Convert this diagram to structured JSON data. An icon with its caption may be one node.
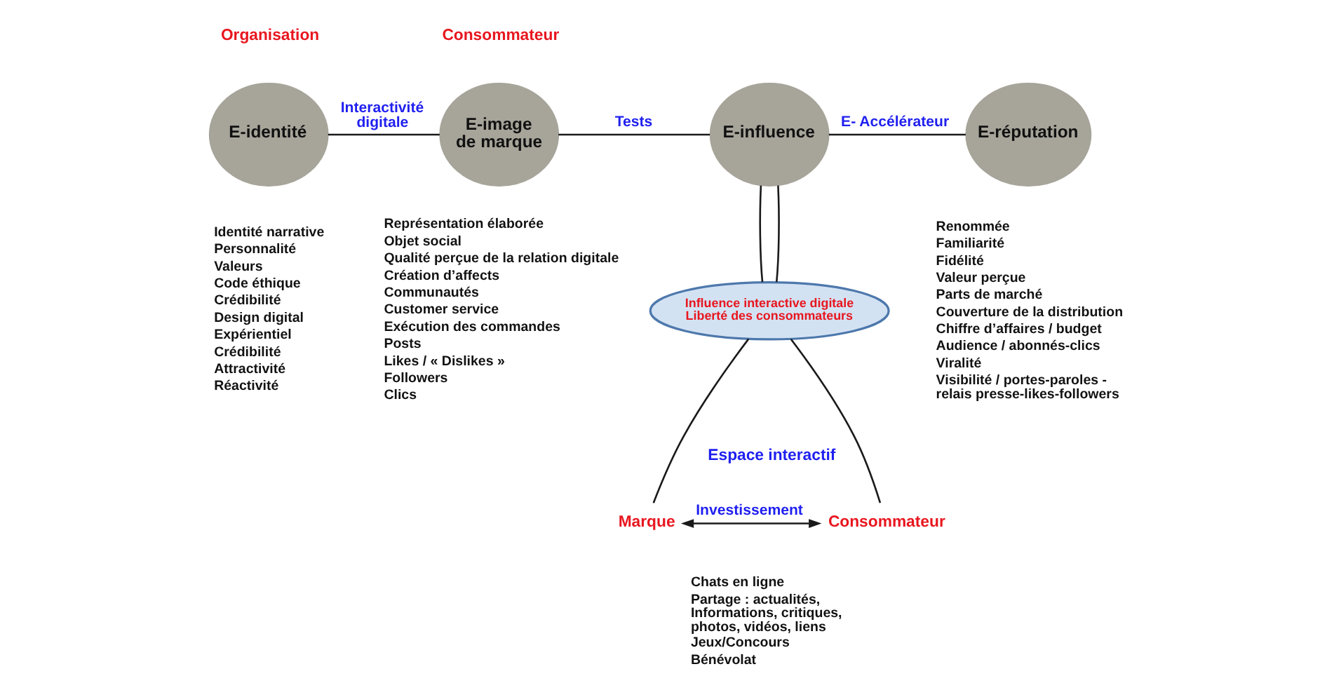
{
  "diagram": {
    "nodes": [
      {
        "text": [
          "E-identité"
        ],
        "beside": [
          "Identité narrative",
          "Personnalité",
          "Valeurs",
          "Code éthique",
          "Crédibilité",
          "Design digital",
          "Expérientiel",
          "Crédibilité",
          "Attractivité",
          "Réactivité"
        ]
      },
      {
        "text": [
          "E-image de marque"
        ],
        "beside": [
          "Représentation élaborée",
          "Objet social",
          "Qualité perçue de la relation digitale",
          "Création d’affects",
          "Communautés",
          "Customer service",
          "Exécution des commandes",
          "Posts",
          "Likes / « Dislikes »",
          "Followers",
          "Clics"
        ]
      },
      {
        "text": [
          "E-influence"
        ]
      },
      {
        "text": [
          "E-réputation"
        ],
        "beside": [
          "Renommée",
          "Familiarité",
          "Fidélité",
          "Valeur perçue",
          "Parts de marché",
          "Couverture de la distribution",
          "Chiffre d’affaires / budget",
          "Audience / abonnés-clics",
          "Viralité",
          "Visibilité / portes-paroles - relais presse-likes-followers"
        ]
      },
      {
        "text": [
          "Influence interactive digitale",
          "Liberté des consommateurs"
        ]
      },
      {
        "text": [
          "Marque"
        ]
      },
      {
        "text": [
          "Consommateur"
        ]
      }
    ],
    "edges": [
      {
        "from": 0,
        "to": 1,
        "arrow": "none",
        "label": "Interactivité digitale"
      },
      {
        "from": 1,
        "to": 2,
        "arrow": "none",
        "label": "Tests"
      },
      {
        "from": 2,
        "to": 3,
        "arrow": "none",
        "label": "E- Accélérateur"
      },
      {
        "from": 2,
        "to": 4,
        "arrow": "none"
      },
      {
        "from": 2,
        "to": 4,
        "arrow": "none"
      },
      {
        "from": 4,
        "to": 5,
        "arrow": "none"
      },
      {
        "from": 4,
        "to": 6,
        "arrow": "none"
      },
      {
        "from": 5,
        "to": 6,
        "arrow": "both",
        "label": "Investissement"
      }
    ],
    "labels": [
      "Organisation",
      "Consommateur",
      "Espace interactif",
      "Chats en ligne",
      "Partage : actualités, Informations, critiques, photos, vidéos, liens",
      "Jeux/Concours",
      "Bénévolat"
    ]
  }
}
